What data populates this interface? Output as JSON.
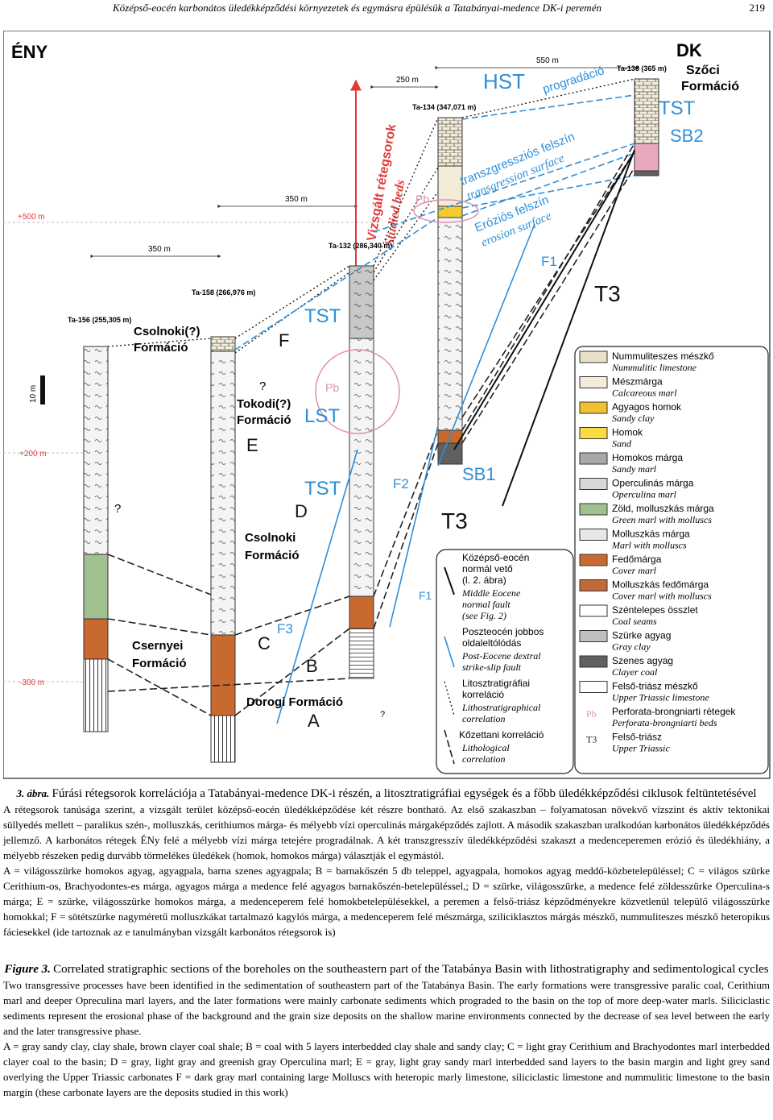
{
  "header": {
    "running_title": "Középső-eocén karbonátos üledékképződési környezetek és egymásra épülésük a Tatabányai-medence DK-i peremén",
    "page_number": "219"
  },
  "figure": {
    "direction_nw": "ÉNY",
    "direction_se": "DK",
    "formation_top_right_1": "Szőci",
    "formation_top_right_2": "Formáció",
    "distance_250": "250 m",
    "distance_550": "550 m",
    "distance_350a": "350 m",
    "distance_350b": "350 m",
    "studied_beds_hu": "Vizsgált rétegsorok",
    "studied_beds_en": "Studied beds",
    "level_500": "+500 m",
    "level_200": "+200 m",
    "level_300": "-300 m",
    "scale_10m": "10 m",
    "boreholes": [
      {
        "id": "b156",
        "label": "Ta-156 (255,305 m)"
      },
      {
        "id": "b158",
        "label": "Ta-158 (266,976 m)"
      },
      {
        "id": "b132",
        "label": "Ta-132 (286,340 m)"
      },
      {
        "id": "b134",
        "label": "Ta-134 (347,071 m)"
      },
      {
        "id": "b136",
        "label": "Ta-136 (365 m)"
      }
    ],
    "labels": {
      "hst": "HST",
      "progradacio": "progradáció",
      "tst_top": "TST",
      "sb2": "SB2",
      "transzg_hu": "transzgressziós felszín",
      "transzg_en": "transgression surface",
      "erozios_hu": "Eróziós felszín",
      "erozios_en": "erosion surface",
      "pb_top": "Pb",
      "pb_mid": "Pb",
      "f1_top": "F1",
      "t3_right": "T3",
      "tst_mid": "TST",
      "f_unit": "F",
      "lst": "LST",
      "tst_low": "TST",
      "csolnoki_top_1": "Csolnoki(?)",
      "csolnoki_top_2": "Formáció",
      "tokodi_1": "Tokodi(?)",
      "tokodi_2": "Formáció",
      "e_unit": "E",
      "d_unit": "D",
      "csolnoki_1": "Csolnoki",
      "csolnoki_2": "Formáció",
      "f2": "F2",
      "sb1": "SB1",
      "t3_mid": "T3",
      "f3": "F3",
      "c_unit": "C",
      "b_unit": "B",
      "dorogi": "Dorogi Formáció",
      "a_unit": "A",
      "cserny_1": "Csernyei",
      "cserny_2": "Formáció",
      "f1_low": "F1",
      "q1": "?",
      "q2": "?",
      "q3": "?"
    },
    "legend_faults": {
      "normal_hu_1": "Középső-eocén",
      "normal_hu_2": "normál vető",
      "normal_hu_3": "(l. 2. ábra)",
      "normal_en_1": "Middle Eocene",
      "normal_en_2": "normal fault",
      "normal_en_3": "(see Fig. 2)",
      "strike_hu_1": "Poszteocén jobbos",
      "strike_hu_2": "oldaleltólódás",
      "strike_en_1": "Post-Eocene dextral",
      "strike_en_2": "strike-slip fault",
      "litho_hu_1": "Litosztratigráfiai",
      "litho_hu_2": "korreláció",
      "litho_en_1": "Lithostratigraphical",
      "litho_en_2": "correlation",
      "lith_hu": "Kőzettani korreláció",
      "lith_en_1": "Lithological",
      "lith_en_2": "correlation"
    },
    "legend": [
      {
        "hu": "Nummuliteszes mészkő",
        "en": "Nummulitic limestone",
        "fill": "#e8e0c8"
      },
      {
        "hu": "Mészmárga",
        "en": "Calcareous marl",
        "fill": "#f2ecd8"
      },
      {
        "hu": "Agyagos homok",
        "en": "Sandy clay",
        "fill": "#f0c030"
      },
      {
        "hu": "Homok",
        "en": "Sand",
        "fill": "#f8dc40"
      },
      {
        "hu": "Homokos márga",
        "en": "Sandy marl",
        "fill": "#a8a8a8"
      },
      {
        "hu": "Operculinás márga",
        "en": "Operculina marl",
        "fill": "#d8d8d8"
      },
      {
        "hu": "Zöld, molluszkás márga",
        "en": "Green marl with molluscs",
        "fill": "#a0c090"
      },
      {
        "hu": "Molluszkás márga",
        "en": "Marl with molluscs",
        "fill": "#e8e8e8"
      },
      {
        "hu": "Fedőmárga",
        "en": "Cover marl",
        "fill": "#c86a30"
      },
      {
        "hu": "Molluszkás fedőmárga",
        "en": "Cover marl with molluscs",
        "fill": "#c06a3a"
      },
      {
        "hu": "Széntelepes összlet",
        "en": "Coal seams",
        "fill": "#ffffff"
      },
      {
        "hu": "Szürke agyag",
        "en": "Gray clay",
        "fill": "#c0c0c0"
      },
      {
        "hu": "Szenes agyag",
        "en": "Clayer coal",
        "fill": "#606060"
      },
      {
        "hu": "Felső-triász mészkő",
        "en": "Upper Triassic limestone",
        "fill": "#ffffff"
      },
      {
        "hu": "Perforata-brongniarti rétegek",
        "en": "Perforata-brongniarti beds",
        "sym": "Pb"
      },
      {
        "hu": "Felső-triász",
        "en": "Upper Triassic",
        "sym": "T3"
      }
    ]
  },
  "caption_hu": {
    "label": "3. ábra.",
    "title": "Fúrási rétegsorok korrelációja a Tatabányai-medence DK-i részén, a litosztratigráfiai egységek és a főbb üledékképződési ciklusok feltüntetésével",
    "para1": "A rétegsorok tanúsága szerint, a vizsgált terület középső-eocén üledékképződése két részre bontható. Az első szakaszban – folyamatosan növekvő vízszint és aktív tektonikai süllyedés mellett – paralikus szén-, molluszkás, cerithiumos márga- és mélyebb vízi operculinás márgaképződés zajlott. A második szakaszban uralkodóan karbonátos üledékképződés jellemző. A karbonátos rétegek ÉNy felé a mélyebb vízi márga tetejére progradálnak. A két transzgresszív üledékképződési szakaszt a medenceperemen erózió és üledékhiány, a mélyebb részeken pedig durvább törmelékes üledékek (homok, homokos márga) választják el egymástól.",
    "para2": "A = világosszürke homokos agyag, agyagpala, barna szenes agyagpala; B = barnakőszén 5 db teleppel, agyagpala, homokos agyag meddő-közbetelepüléssel; C = világos szürke Cerithium-os, Brachyodontes-es márga, agyagos márga a medence felé agyagos barnakőszén-betelepüléssel,; D = szürke, világosszürke, a medence felé zöldesszürke Operculina-s márga; E = szürke, világosszürke homokos márga, a medenceperem felé homokbetelepülésekkel, a peremen a felső-triász képződményekre közvetlenül települő világosszürke homokkal; F = sötétszürke nagyméretű molluszkákat tartalmazó kagylós márga, a medenceperem felé mészmárga, sziliciklasztos márgás mészkő, nummuliteszes mészkő heteropikus fáciesekkel (ide tartoznak az e tanulmányban vizsgált karbonátos rétegsorok is)"
  },
  "caption_en": {
    "label": "Figure 3.",
    "title": "Correlated stratigraphic sections of the boreholes on the southeastern part of the Tatabánya Basin with lithostratigraphy and sedimentological cycles",
    "para1": "Two transgressive processes have been identified in the sedimentation of southeastern part of the Tatabánya Basin. The early formations were transgressive paralic coal, Cerithium marl and deeper Opreculina marl layers, and the later formations were mainly carbonate sediments which prograded to the basin on the top of more deep-water marls. Siliciclastic sediments represent the erosional phase of the background and the grain size deposits on the shallow marine environments connected by the decrease of sea level between the early and the later transgressive phase.",
    "para2": "A = gray sandy clay, clay shale, brown clayer coal shale; B = coal with 5 layers interbedded clay shale and sandy clay; C = light gray Cerithium and Brachyodontes marl interbedded clayer coal to the basin; D = gray, light gray and greenish gray Operculina marl; E = gray, light gray sandy marl interbedded sand layers to the basin margin and light grey sand overlying the Upper Triassic carbonates F = dark gray marl containing large Molluscs with heteropic marly limestone, siliciclastic limestone and nummulitic limestone to the basin margin (these carbonate layers are the deposits studied in this work)"
  },
  "colors": {
    "blue": "#2e8fd8",
    "red": "#e03a3a",
    "pink": "#e090a8",
    "orange": "#c86a30",
    "yellow": "#f4cc30",
    "green": "#a0c090"
  }
}
